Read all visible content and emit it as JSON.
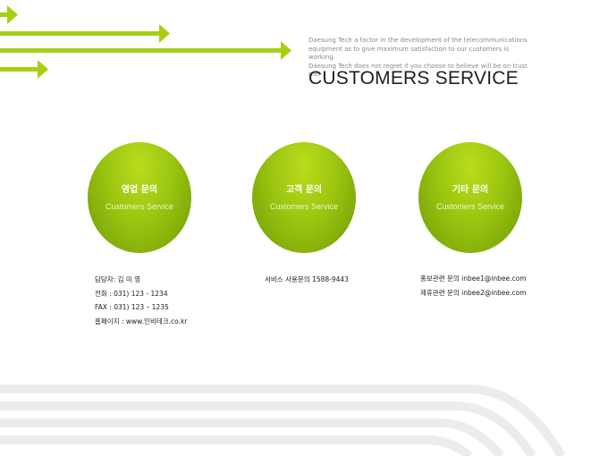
{
  "header": {
    "intro_lines": [
      "Daesung Tech a factor in the development of the telecommunications",
      "equipment as to give maximum satisfaction to our customers is working.",
      "Daesung Tech does not regret if you choose to believe will be on trust me."
    ],
    "title": "CUSTOMERS SERVICE"
  },
  "services": [
    {
      "title": "영업 문의",
      "subtitle": "Customers Service"
    },
    {
      "title": "고객 문의",
      "subtitle": "Customers Service"
    },
    {
      "title": "기타 문의",
      "subtitle": "Customers Service"
    }
  ],
  "contacts": {
    "sales": [
      "담당자: 김 미 영",
      "전화 : 031) 123 - 1234",
      "FAX :  031) 123 – 1235",
      "홈페이지 : www.인비테크.co.kr"
    ],
    "customer": [
      "서비스 사용문의 1588-9443"
    ],
    "other": [
      "홍보관련 문의 inbee1@inbee.com",
      "제휴관련 문의 inbee2@inbee.com"
    ]
  },
  "colors": {
    "accent": "#a6cf14",
    "circle_dark": "#6f9a05",
    "stripe": "#ececec"
  }
}
